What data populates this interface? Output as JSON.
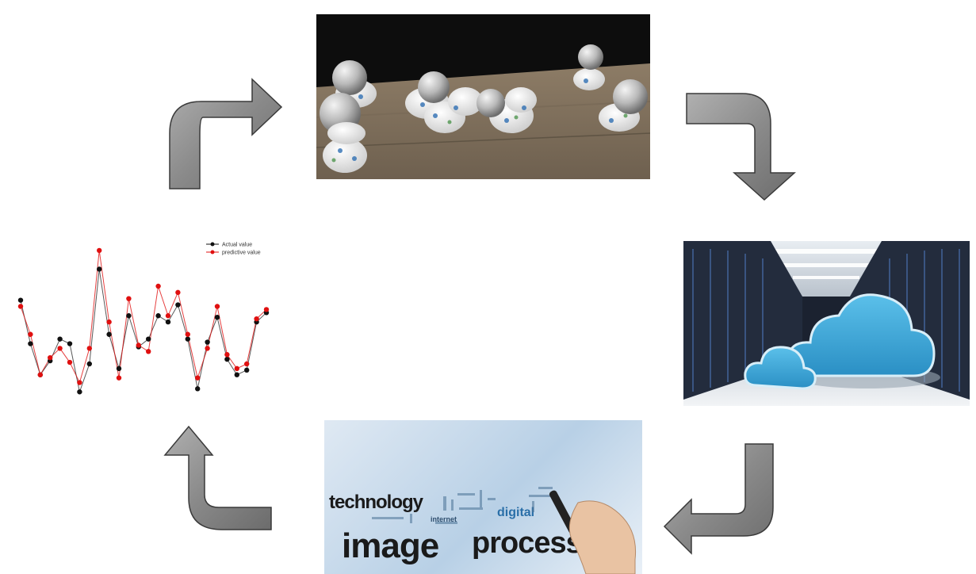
{
  "diagram": {
    "nodes": [
      {
        "id": "robots",
        "kind": "photo",
        "description_icon": "spherical-robots-photo"
      },
      {
        "id": "cloud",
        "kind": "photo",
        "description_icon": "cloud-datacenter-photo"
      },
      {
        "id": "image-processing",
        "kind": "photo",
        "description_icon": "word-cloud-photo"
      },
      {
        "id": "prediction",
        "kind": "chart",
        "description_icon": "line-chart"
      }
    ],
    "edges": [
      {
        "from": "robots",
        "to": "cloud"
      },
      {
        "from": "cloud",
        "to": "image-processing"
      },
      {
        "from": "image-processing",
        "to": "prediction"
      },
      {
        "from": "prediction",
        "to": "robots"
      }
    ]
  },
  "word_cloud": {
    "word_technology": "technology",
    "word_image": "image",
    "word_processing": "processing",
    "word_digital": "digital",
    "word_internet": "internet"
  },
  "colors": {
    "arrow_fill": "#8c8c8c",
    "arrow_stroke": "#3a3a3a",
    "actual_series": "#111111",
    "predictive_series": "#e01010",
    "cloud_blue": "#3aa6d8"
  },
  "chart_data": {
    "type": "line",
    "x": [
      1,
      2,
      3,
      4,
      5,
      6,
      7,
      8,
      9,
      10,
      11,
      12,
      13,
      14,
      15,
      16,
      17,
      18,
      19,
      20,
      21,
      22,
      23,
      24,
      25,
      26
    ],
    "series": [
      {
        "name": "Actual value",
        "values": [
          0.66,
          0.38,
          0.18,
          0.27,
          0.41,
          0.38,
          0.07,
          0.25,
          0.86,
          0.44,
          0.22,
          0.56,
          0.36,
          0.41,
          0.56,
          0.52,
          0.63,
          0.41,
          0.09,
          0.39,
          0.55,
          0.28,
          0.18,
          0.21,
          0.52,
          0.58
        ]
      },
      {
        "name": "predictive value",
        "values": [
          0.62,
          0.44,
          0.18,
          0.29,
          0.35,
          0.26,
          0.13,
          0.35,
          0.98,
          0.52,
          0.16,
          0.67,
          0.37,
          0.33,
          0.75,
          0.56,
          0.71,
          0.44,
          0.16,
          0.35,
          0.62,
          0.31,
          0.22,
          0.25,
          0.54,
          0.6
        ]
      }
    ],
    "legend": "top-right",
    "grid": false
  }
}
